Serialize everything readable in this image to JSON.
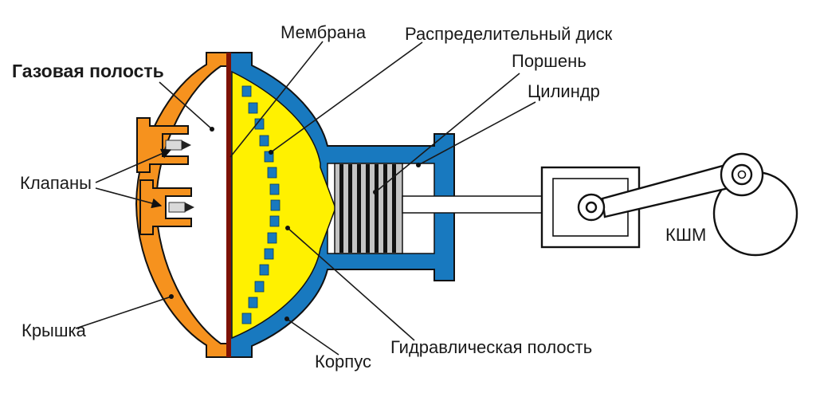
{
  "diagram": {
    "labels": {
      "membrane": "Мембрана",
      "distribution_disk": "Распределительный диск",
      "gas_cavity": "Газовая полость",
      "piston": "Поршень",
      "cylinder": "Цилиндр",
      "valves": "Клапаны",
      "crank_mechanism": "КШМ",
      "cover": "Крышка",
      "housing": "Корпус",
      "hydraulic_cavity": "Гидравлическая полость"
    },
    "colors": {
      "cover_orange": "#F6921E",
      "housing_blue": "#1879BF",
      "hydraulic_yellow": "#FFF100",
      "membrane_red": "#7E1205",
      "piston_gray": "#C4C4C4",
      "line_black": "#1A1A1A"
    }
  }
}
